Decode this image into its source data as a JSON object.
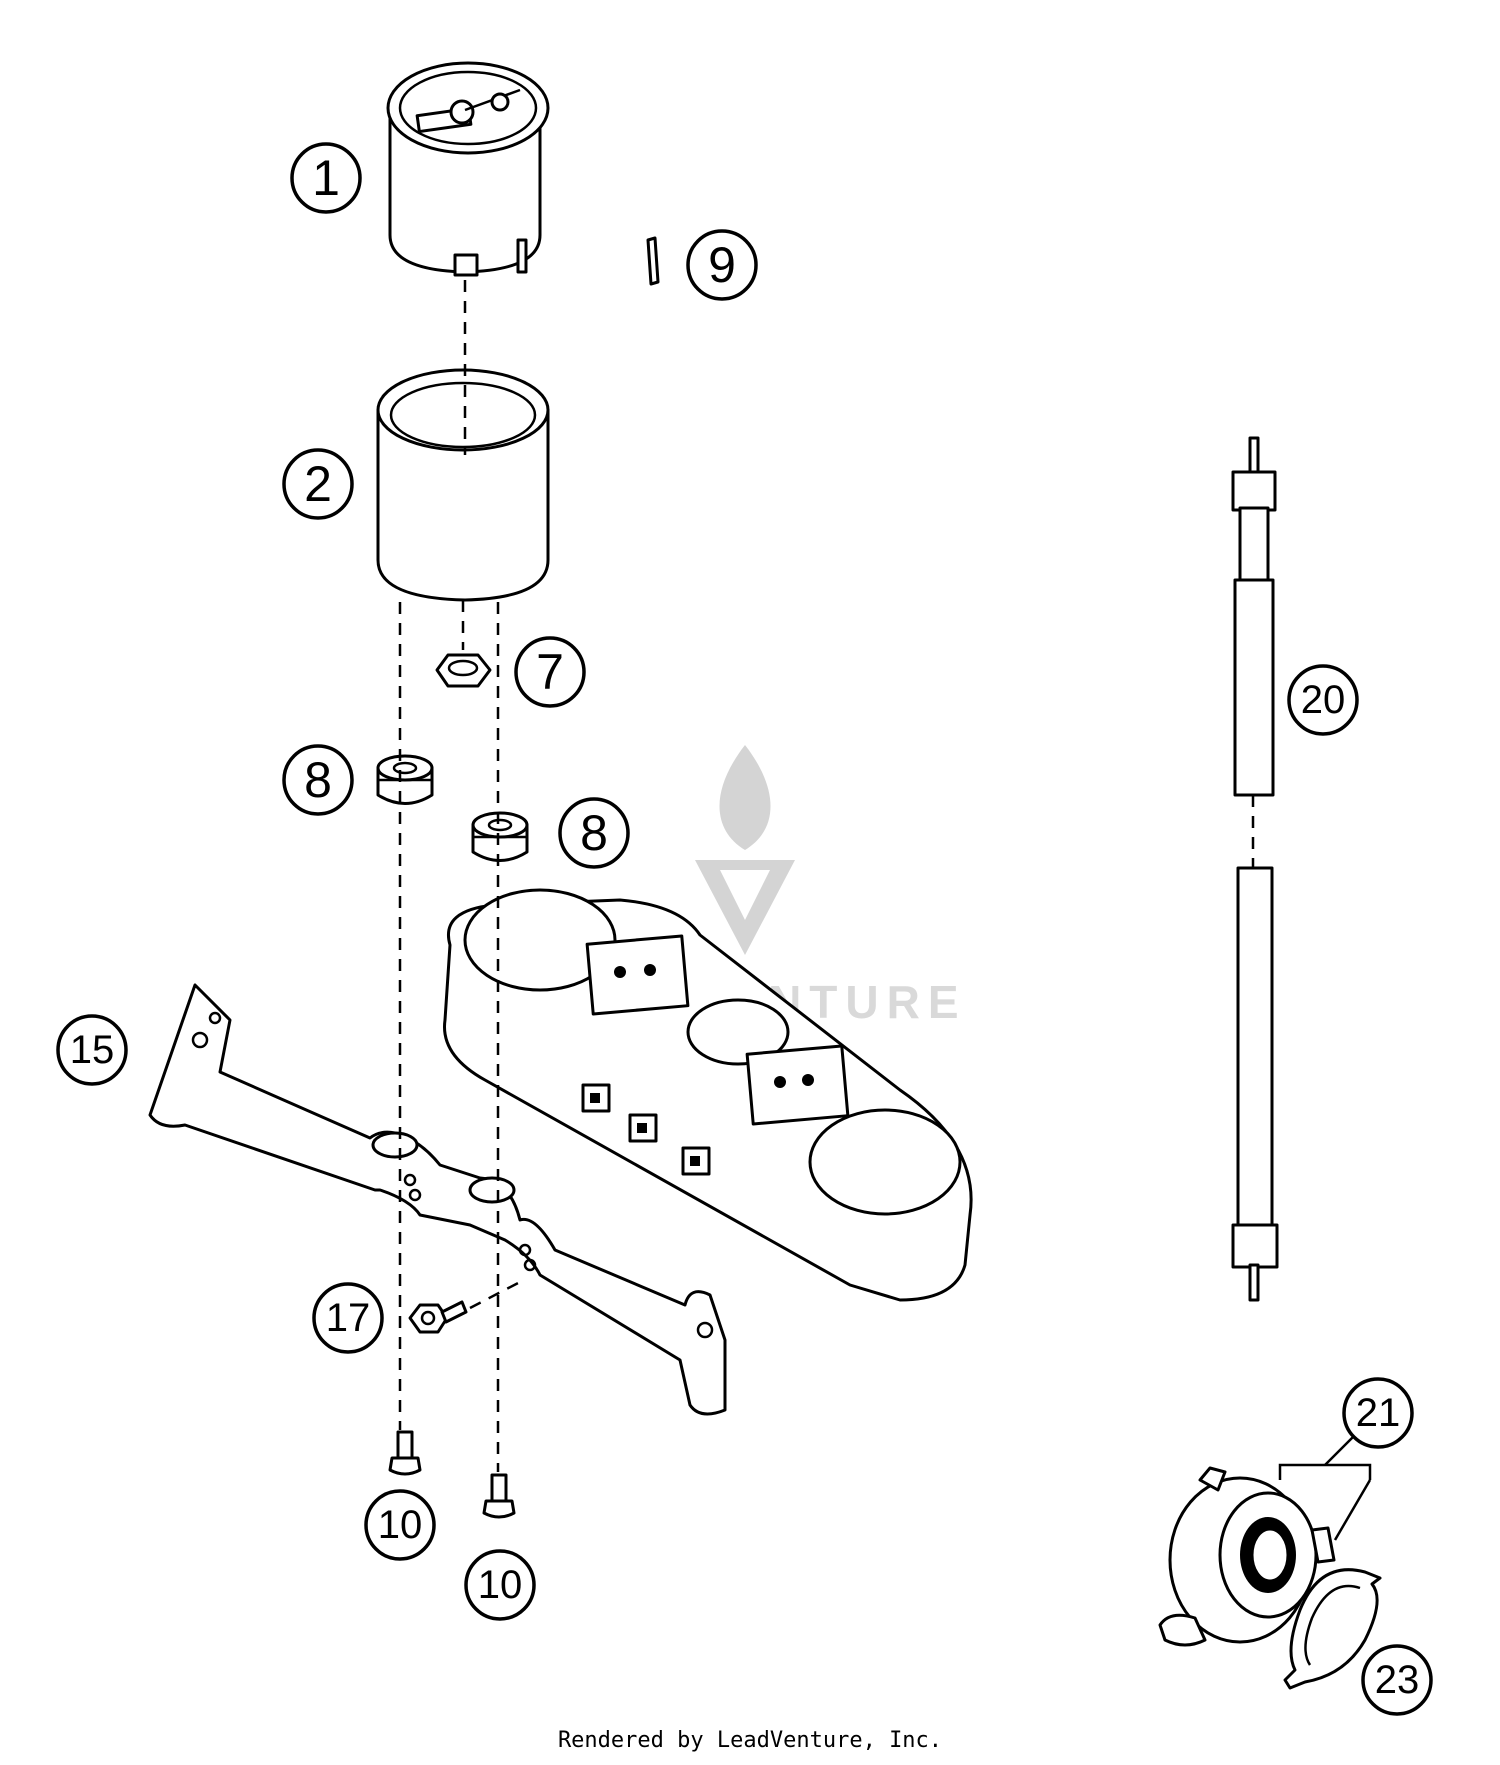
{
  "watermark": {
    "brand_text": "LEADVENTURE"
  },
  "callouts": [
    {
      "id": "c1",
      "label": "1"
    },
    {
      "id": "c2",
      "label": "2"
    },
    {
      "id": "c7",
      "label": "7"
    },
    {
      "id": "c8a",
      "label": "8"
    },
    {
      "id": "c8b",
      "label": "8"
    },
    {
      "id": "c9",
      "label": "9"
    },
    {
      "id": "c10a",
      "label": "10"
    },
    {
      "id": "c10b",
      "label": "10"
    },
    {
      "id": "c15",
      "label": "15"
    },
    {
      "id": "c17",
      "label": "17"
    },
    {
      "id": "c20",
      "label": "20"
    },
    {
      "id": "c21",
      "label": "21"
    },
    {
      "id": "c23",
      "label": "23"
    }
  ],
  "footer": {
    "text": "Rendered by LeadVenture, Inc."
  }
}
